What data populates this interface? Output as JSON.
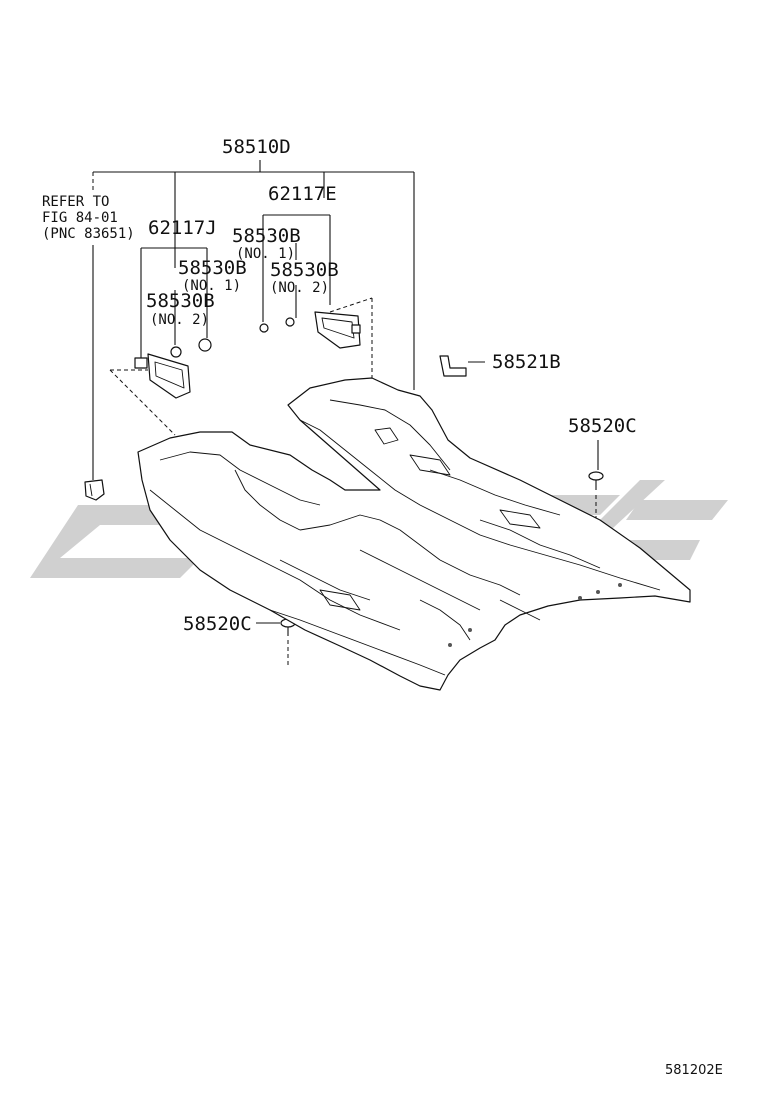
{
  "diagram": {
    "id": "581202E",
    "watermark_color": "#d0d0d0",
    "labels": {
      "assembly": "58510D",
      "refer_line1": "REFER TO",
      "refer_line2": "FIG 84-01",
      "refer_line3": "(PNC 83651)",
      "left_plate": "62117J",
      "left_clip_no1": "58530B",
      "left_clip_no1_sub": "(NO. 1)",
      "left_clip_no2": "58530B",
      "left_clip_no2_sub": "(NO. 2)",
      "right_plate": "62117E",
      "right_clip_no1": "58530B",
      "right_clip_no1_sub": "(NO. 1)",
      "right_clip_no2": "58530B",
      "right_clip_no2_sub": "(NO. 2)",
      "bracket": "58521B",
      "fastener_right": "58520C",
      "fastener_left": "58520C"
    }
  }
}
